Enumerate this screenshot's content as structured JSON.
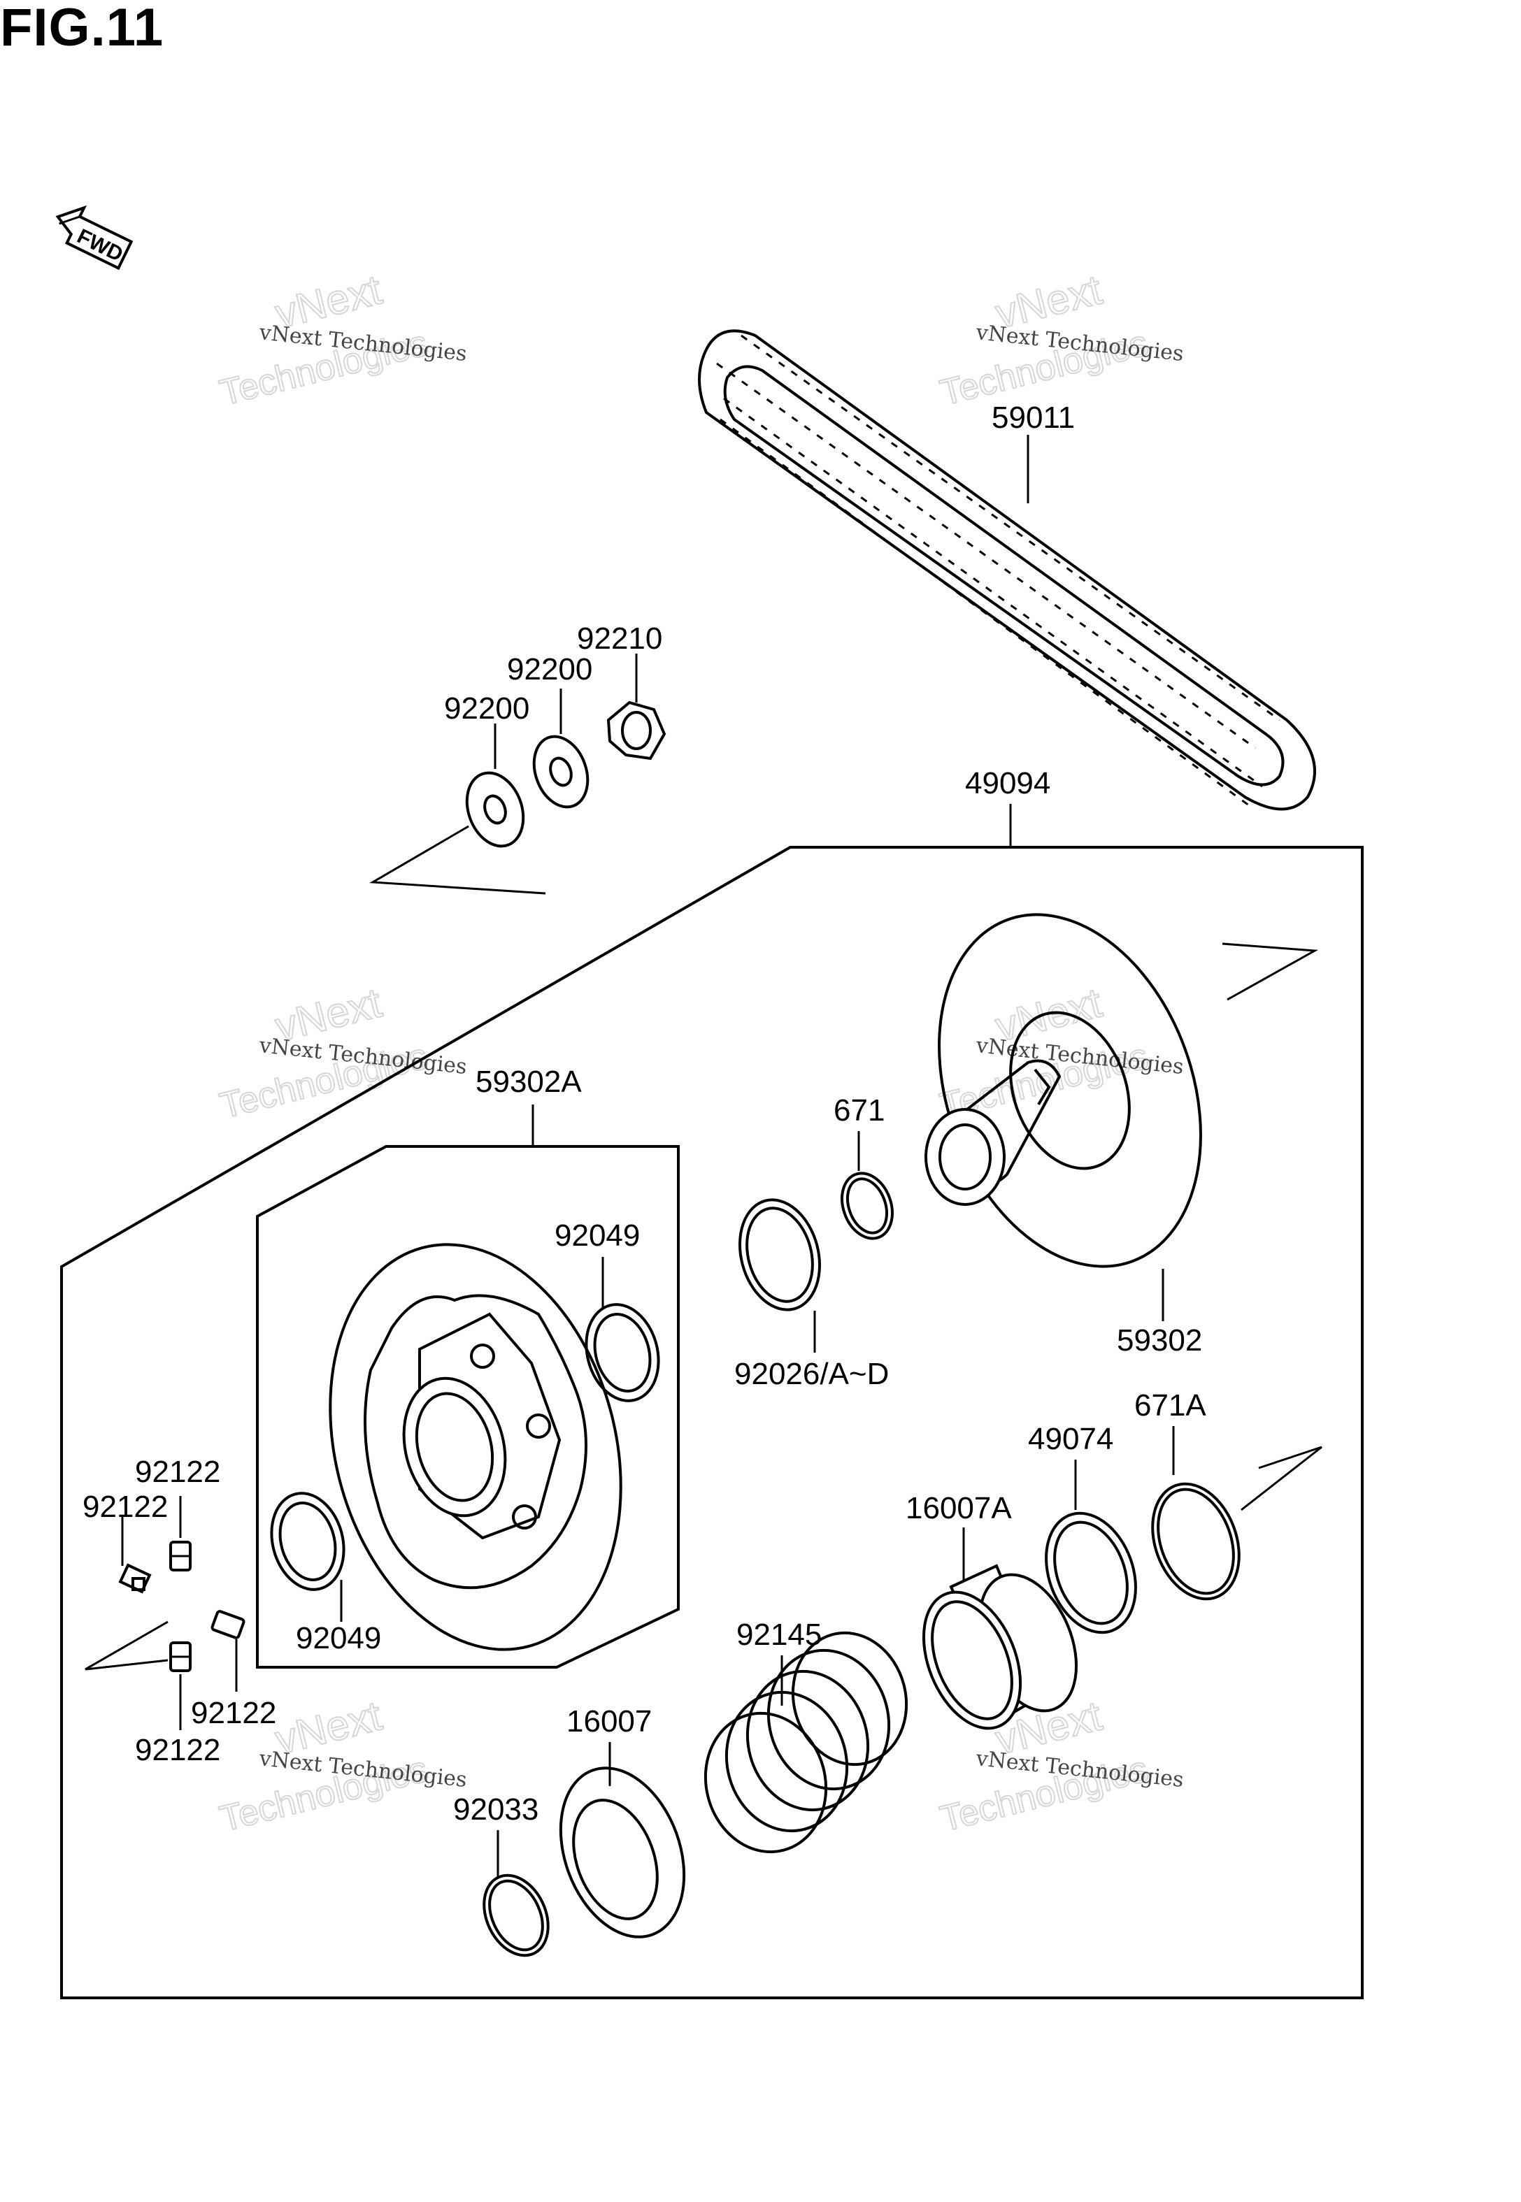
{
  "figure": {
    "title": "FIG.11"
  },
  "fwd_marker": {
    "text": "FWD",
    "icon": "fwd-arrow-icon"
  },
  "watermark": {
    "line1": "vNext Technologies",
    "line2": "vNext",
    "line3": "Technologies"
  },
  "parts": {
    "p59011": "59011",
    "p92210": "92210",
    "p92200a": "92200",
    "p92200b": "92200",
    "p49094": "49094",
    "p59302A": "59302A",
    "p671": "671",
    "p92049a": "92049",
    "p92049b": "92049",
    "p92026": "92026/A~D",
    "p59302": "59302",
    "p671A": "671A",
    "p49074": "49074",
    "p16007A": "16007A",
    "p92145": "92145",
    "p92122a": "92122",
    "p92122b": "92122",
    "p92122c": "92122",
    "p92122d": "92122",
    "p16007": "16007",
    "p92033": "92033"
  }
}
